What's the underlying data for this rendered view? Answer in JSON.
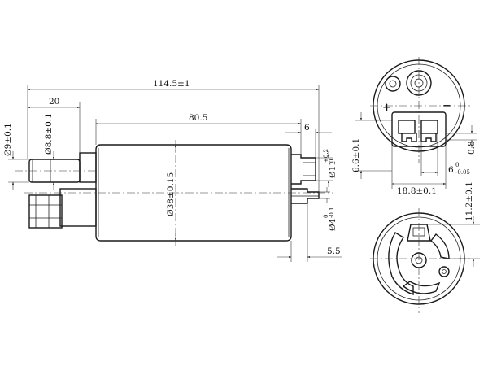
{
  "side_view": {
    "overall_length": "114.5±1",
    "inlet_length": "20",
    "body_length": "80.5",
    "outlet_length": "6",
    "body_diameter": "Ø38±0.15",
    "inlet_diameter_outer": "Ø9±0.1",
    "inlet_diameter_inner": "Ø8.8±0.1",
    "outlet_diameter": "Ø11",
    "outlet_diameter_tol_upper": "+0.2",
    "outlet_diameter_tol_lower": "0",
    "pin_diameter": "Ø4",
    "pin_diameter_tol_upper": "0",
    "pin_diameter_tol_lower": "-0.1",
    "pin_offset": "5.5"
  },
  "top_view": {
    "plus_symbol": "+",
    "minus_symbol": "−",
    "connector_height": "6.6±0.1",
    "connector_width": "18.8±0.1",
    "terminal_width": "6",
    "terminal_width_tol_upper": "0",
    "terminal_width_tol_lower": "-0.05",
    "terminal_thickness": "0.8"
  },
  "bottom_view": {
    "inlet_offset": "11.2±0.1"
  }
}
